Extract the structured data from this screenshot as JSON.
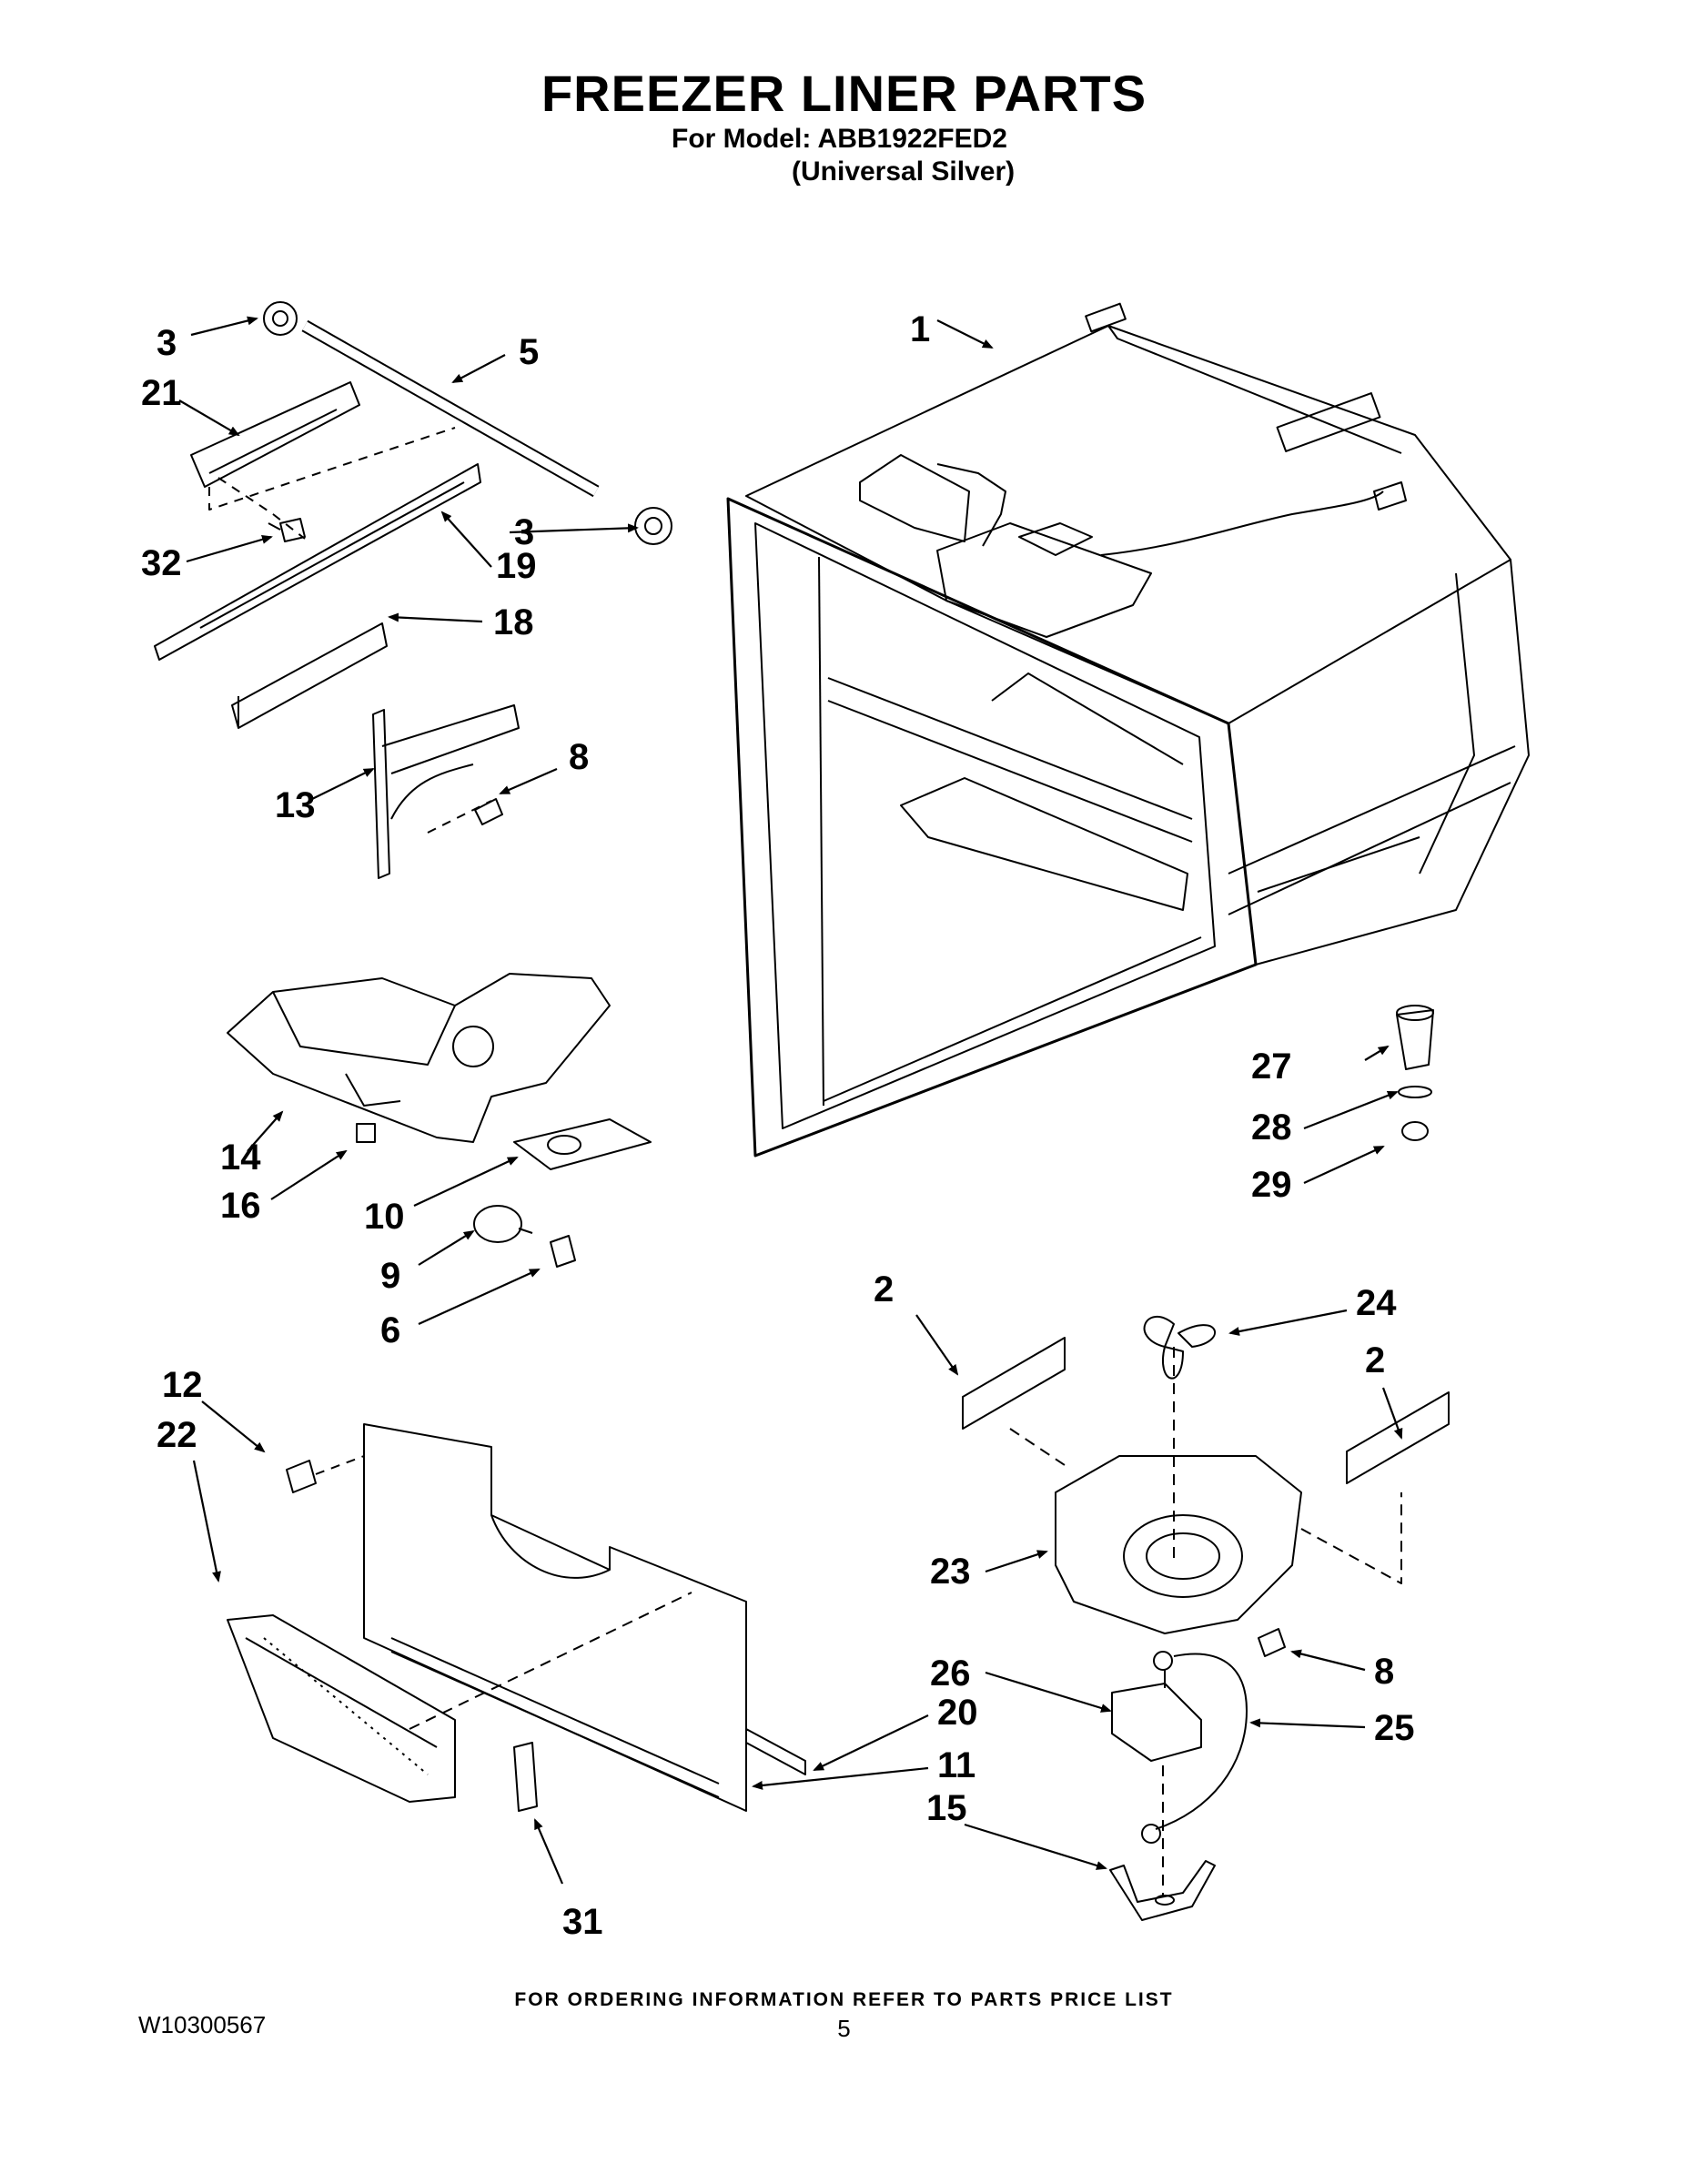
{
  "header": {
    "title": "FREEZER LINER PARTS",
    "model_line": "For Model: ABB1922FED2",
    "color_line": "(Universal Silver)"
  },
  "callouts": [
    "1",
    "2",
    "2",
    "3",
    "3",
    "5",
    "6",
    "8",
    "8",
    "9",
    "10",
    "11",
    "12",
    "13",
    "14",
    "15",
    "16",
    "18",
    "19",
    "20",
    "21",
    "22",
    "23",
    "24",
    "25",
    "26",
    "27",
    "28",
    "29",
    "31",
    "32"
  ],
  "footer": {
    "ordering_note": "FOR ORDERING INFORMATION REFER TO PARTS PRICE LIST",
    "doc_number": "W10300567",
    "page_number": "5"
  }
}
